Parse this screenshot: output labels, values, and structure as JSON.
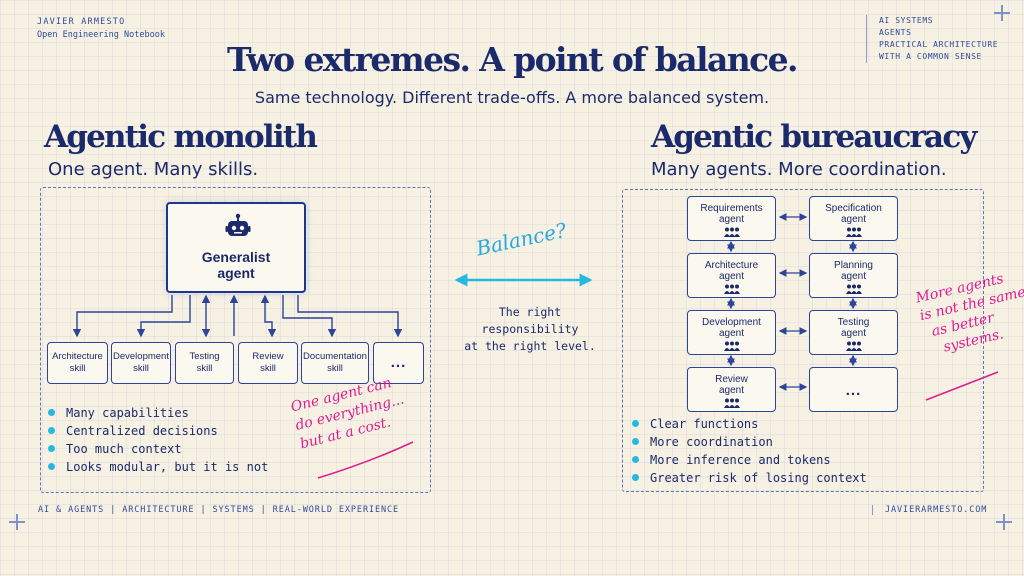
{
  "header": {
    "author_name": "JAVIER ARMESTO",
    "author_sub": "Open Engineering Notebook",
    "tags": [
      "AI SYSTEMS",
      "AGENTS",
      "PRACTICAL ARCHITECTURE",
      "WITH A COMMON SENSE"
    ]
  },
  "title": "Two extremes. A point of balance.",
  "subtitle": "Same technology. Different trade-offs. A more balanced system.",
  "monolith": {
    "title": "Agentic monolith",
    "subtitle": "One agent. Many skills.",
    "center_label": [
      "Generalist",
      "agent"
    ],
    "center_icon": "robot-icon",
    "skills": [
      [
        "Architecture",
        "skill"
      ],
      [
        "Development",
        "skill"
      ],
      [
        "Testing",
        "skill"
      ],
      [
        "Review",
        "skill"
      ],
      [
        "Documentation",
        "skill"
      ],
      [
        "...",
        ""
      ]
    ],
    "bullets": [
      "Many capabilities",
      "Centralized decisions",
      "Too much context",
      "Looks modular, but it is not"
    ],
    "note": [
      "One agent can",
      "do everything...",
      "but at a cost."
    ]
  },
  "balance": {
    "label": "Balance?",
    "text": [
      "The right",
      "responsibility",
      "at the right level."
    ]
  },
  "bureaucracy": {
    "title": "Agentic bureaucracy",
    "subtitle": "Many agents. More coordination.",
    "agents": [
      [
        "Requirements",
        "agent"
      ],
      [
        "Specification",
        "agent"
      ],
      [
        "Architecture",
        "agent"
      ],
      [
        "Planning",
        "agent"
      ],
      [
        "Development",
        "agent"
      ],
      [
        "Testing",
        "agent"
      ],
      [
        "Review",
        "agent"
      ],
      [
        "...",
        ""
      ]
    ],
    "agent_icon": "people-icon",
    "bullets": [
      "Clear functions",
      "More coordination",
      "More inference and tokens",
      "Greater risk of losing context"
    ],
    "note": [
      "More agents",
      "is not the same",
      "as better",
      "systems."
    ]
  },
  "footer": {
    "left": "AI & AGENTS  |  ARCHITECTURE  |  SYSTEMS  |  REAL-WORLD EXPERIENCE",
    "right": "JAVIERARMESTO.COM"
  },
  "colors": {
    "navy": "#1b2a6b",
    "accent_pink": "#e21c8e",
    "accent_cyan": "#27b8e0",
    "background": "#f6f1e3"
  }
}
